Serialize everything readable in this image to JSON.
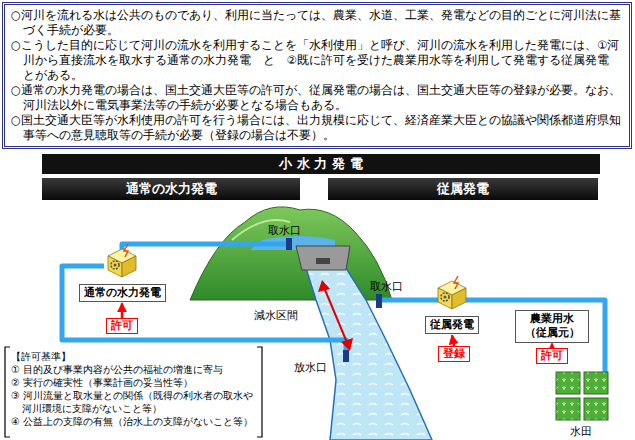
{
  "diagram": {
    "nodes": [
      {
        "text": [
          "○河川を流れる水は公共のものであり、利用に当たっては、農業、水道、工業、発電などの目的ごとに河川法に基づく手続が必要。",
          "○こうした目的に応じて河川の流水を利用することを「水利使用」と呼び、河川の流水を利用した発電には、①河川から直接流水を取水する通常の水力発電　と　②既に許可を受けた農業用水等を利用して発電する従属発電　とがある。",
          "○通常の水力発電の場合は、国土交通大臣等の許可が、従属発電の場合は、国土交通大臣等の登録が必要。なお、河川法以外に電気事業法等の手続が必要となる場合もある。",
          "○国土交通大臣等が水利使用の許可を行う場合には、出力規模に応じて、経済産業大臣との協議や関係都道府県知事等への意見聴取等の手続が必要（登録の場合は不要）。"
        ]
      },
      {
        "text": [
          "小 水 力 発 電"
        ]
      },
      {
        "text": [
          "通常の水力発電"
        ]
      },
      {
        "text": [
          "従属発電"
        ]
      },
      {
        "text": [
          "通常の水力発電"
        ]
      },
      {
        "text": [
          "許可"
        ]
      },
      {
        "text": [
          "従属発電"
        ]
      },
      {
        "text": [
          "登録"
        ]
      },
      {
        "text": [
          "農業用水 （従属元）"
        ]
      },
      {
        "text": [
          "許可"
        ]
      }
    ],
    "edges": [
      {
        "from": 5,
        "to": 4,
        "arrow": "to"
      },
      {
        "from": 7,
        "to": 6,
        "arrow": "to"
      },
      {
        "from": 9,
        "to": 8,
        "arrow": "to"
      }
    ],
    "labels": [
      "取水口",
      "減水区間",
      "放水口",
      "取水口",
      "水田",
      "【許可基準】",
      "① 目的及び事業内容が公共の福祉の増進に寄与",
      "② 実行の確実性（事業計画の妥当性等）",
      "③ 河川流量と取水量との関係（既得の利水者の取水や河川環境に支障がないこと等）",
      "④ 公益上の支障の有無（治水上の支障がないこと等）"
    ]
  }
}
